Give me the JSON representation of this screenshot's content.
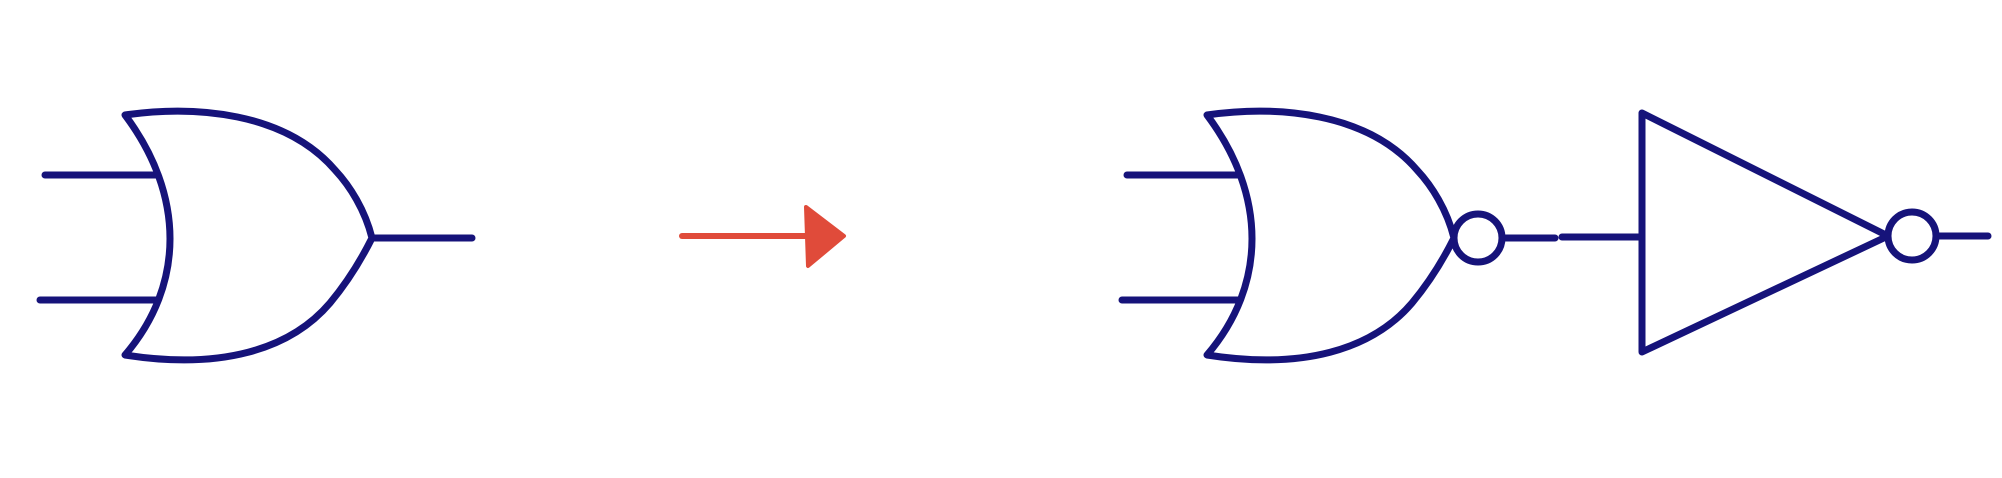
{
  "diagram": {
    "description_labels": [],
    "colors": {
      "background": "#ffffff",
      "gate_stroke": "#16137a",
      "arrow": "#e04b3a"
    },
    "left_side": {
      "gates": [
        {
          "kind": "or-gate",
          "inputs": 2,
          "outputs": 1
        }
      ]
    },
    "transform_arrow": {
      "icon": "arrow-right-icon"
    },
    "right_side": {
      "gates": [
        {
          "kind": "nor-gate",
          "inputs": 2,
          "outputs": 1
        },
        {
          "kind": "not-gate",
          "inputs": 1,
          "outputs": 1
        }
      ]
    }
  }
}
